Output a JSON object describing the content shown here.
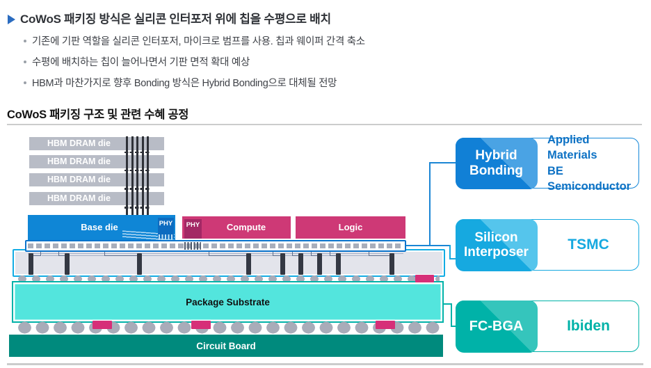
{
  "header": {
    "title": "CoWoS 패키징 방식은 실리콘 인터포저 위에 칩을 수평으로 배치",
    "bullets": [
      "기존에 기판 역할을 실리콘 인터포저, 마이크로 범프를 사용. 칩과 웨이퍼 간격 축소",
      "수평에 배치하는 칩이 늘어나면서 기판 면적 확대 예상",
      "HBM과 마찬가지로 향후 Bonding 방식은 Hybrid Bonding으로 대체될 전망"
    ]
  },
  "section_title": "CoWoS 패키징 구조 및 관련 수혜 공정",
  "diagram": {
    "hbm_dies": [
      "HBM DRAM die",
      "HBM DRAM die",
      "HBM DRAM die",
      "HBM DRAM die"
    ],
    "base_die": "Base die",
    "phy_left": "PHY",
    "phy_right": "PHY",
    "compute": "Compute",
    "logic": "Logic",
    "package_substrate": "Package Substrate",
    "circuit_board": "Circuit Board"
  },
  "callouts": [
    {
      "process_line1": "Hybrid",
      "process_line2": "Bonding",
      "companies": [
        "Applied Materials",
        "BE Semiconductor"
      ],
      "accent": "#1180D6"
    },
    {
      "process_line1": "Silicon",
      "process_line2": "Interposer",
      "companies": [
        "TSMC"
      ],
      "accent": "#16A9E0"
    },
    {
      "process_line1": "FC-BGA",
      "process_line2": "",
      "companies": [
        "Ibiden"
      ],
      "accent": "#00B2A8"
    }
  ],
  "icons": {
    "header_marker": "arrow-right-triangle"
  },
  "colors": {
    "header_arrow": "#2B6CC0",
    "base_die_blue": "#0F86D6",
    "phy_blue": "#0D6BC0",
    "chip_magenta": "#CE3976",
    "phy_magenta": "#A32865",
    "hbm_gray": "#B8BCC6",
    "tsv_dark": "#2E3138",
    "bump_outline_blue": "#0C74CC",
    "interposer_fill": "#E3E4EB",
    "interposer_border": "#12ACE4",
    "substrate_fill": "#53E5DD",
    "substrate_border": "#00B2A8",
    "board_teal": "#008A7D",
    "solder_gray": "#A9ACB9",
    "accent_magenta": "#D62F78",
    "hybrid_blue": "#1180D6",
    "interposer_cyan": "#16A9E0",
    "fcbga_teal": "#00B2A8"
  }
}
